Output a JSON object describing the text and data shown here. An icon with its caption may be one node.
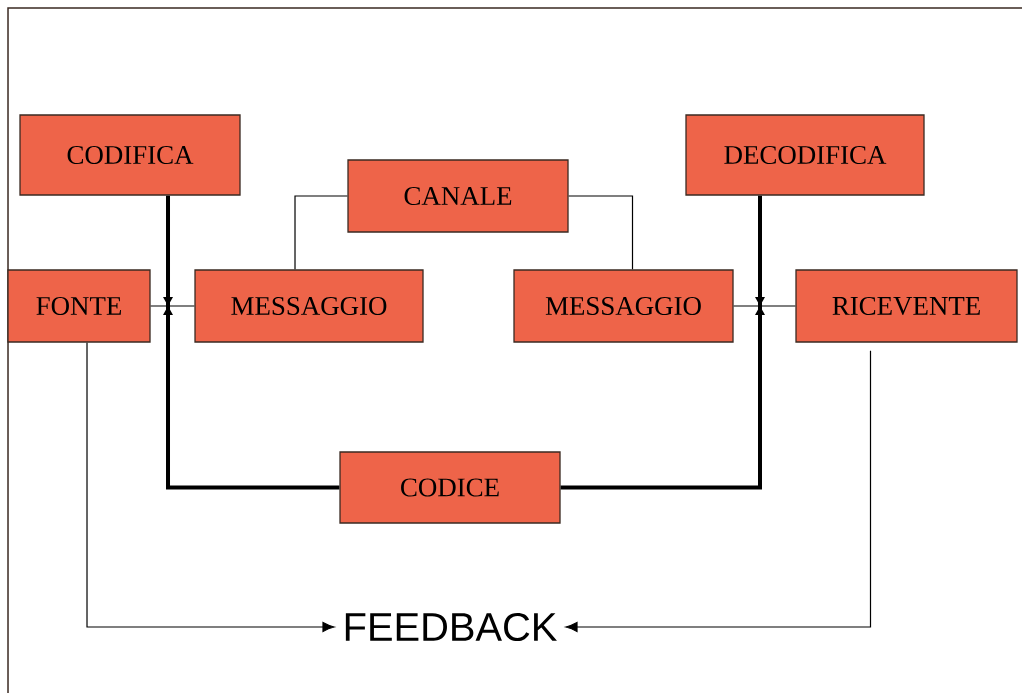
{
  "diagram": {
    "nodes": [
      {
        "text": [
          "CODIFICA"
        ]
      },
      {
        "text": [
          "CANALE"
        ]
      },
      {
        "text": [
          "DECODIFICA"
        ]
      },
      {
        "text": [
          "FONTE"
        ]
      },
      {
        "text": [
          "MESSAGGIO"
        ]
      },
      {
        "text": [
          "MESSAGGIO"
        ]
      },
      {
        "text": [
          "RICEVENTE"
        ]
      },
      {
        "text": [
          "CODICE"
        ]
      },
      {
        "text": [
          "FEEDBACK"
        ]
      }
    ],
    "edges": [
      {
        "from": 3,
        "to": 4,
        "arrow": "none"
      },
      {
        "from": 1,
        "to": 4,
        "arrow": "none"
      },
      {
        "from": 1,
        "to": 5,
        "arrow": "none"
      },
      {
        "from": 0,
        "to": 7,
        "arrow": "none",
        "style": "thick"
      },
      {
        "from": 2,
        "to": 7,
        "arrow": "none",
        "style": "thick"
      },
      {
        "from": 5,
        "to": 6,
        "arrow": "none"
      },
      {
        "from": 3,
        "to": 8,
        "arrow": "to"
      },
      {
        "from": 6,
        "to": 8,
        "arrow": "to"
      }
    ]
  }
}
